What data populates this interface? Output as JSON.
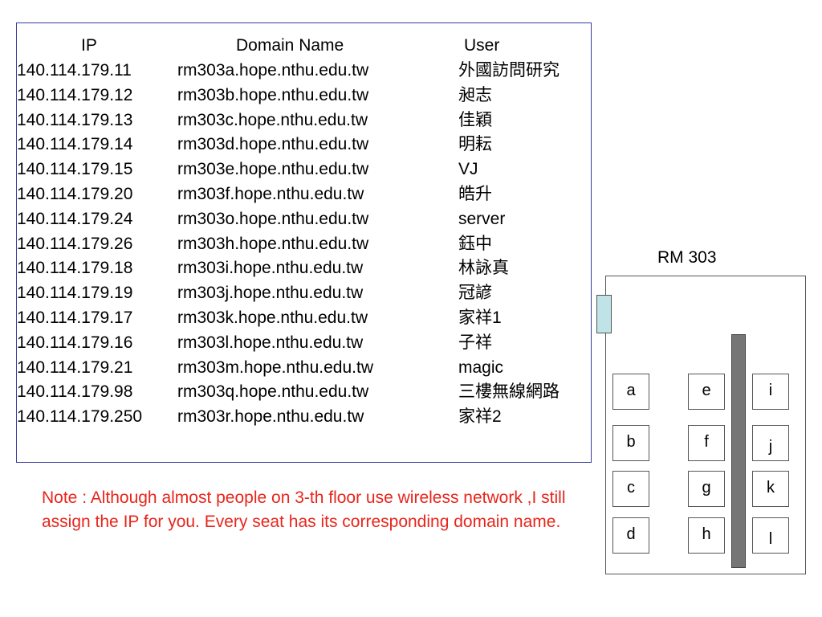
{
  "table": {
    "headers": {
      "ip": "IP",
      "domain": "Domain Name",
      "user": "User"
    },
    "rows": [
      {
        "ip": "140.114.179.11",
        "domain": "rm303a.hope.nthu.edu.tw",
        "user": "外國訪問研究"
      },
      {
        "ip": "140.114.179.12",
        "domain": "rm303b.hope.nthu.edu.tw",
        "user": "昶志"
      },
      {
        "ip": "140.114.179.13",
        "domain": "rm303c.hope.nthu.edu.tw",
        "user": "佳穎"
      },
      {
        "ip": "140.114.179.14",
        "domain": "rm303d.hope.nthu.edu.tw",
        "user": "明耘"
      },
      {
        "ip": "140.114.179.15",
        "domain": "rm303e.hope.nthu.edu.tw",
        "user": "VJ"
      },
      {
        "ip": "140.114.179.20",
        "domain": "rm303f.hope.nthu.edu.tw",
        "user": "皓升"
      },
      {
        "ip": "140.114.179.24",
        "domain": "rm303o.hope.nthu.edu.tw",
        "user": "server"
      },
      {
        "ip": "140.114.179.26",
        "domain": "rm303h.hope.nthu.edu.tw",
        "user": "鈺中"
      },
      {
        "ip": "140.114.179.18",
        "domain": "rm303i.hope.nthu.edu.tw",
        "user": "林詠真"
      },
      {
        "ip": "140.114.179.19",
        "domain": "rm303j.hope.nthu.edu.tw",
        "user": "冠諺"
      },
      {
        "ip": "140.114.179.17",
        "domain": "rm303k.hope.nthu.edu.tw",
        "user": "家祥1"
      },
      {
        "ip": "140.114.179.16",
        "domain": "rm303l.hope.nthu.edu.tw",
        "user": "子祥"
      },
      {
        "ip": "140.114.179.21",
        "domain": "rm303m.hope.nthu.edu.tw",
        "user": "magic"
      },
      {
        "ip": "140.114.179.98",
        "domain": "rm303q.hope.nthu.edu.tw",
        "user": "三樓無線網路"
      },
      {
        "ip": "140.114.179.250",
        "domain": "rm303r.hope.nthu.edu.tw",
        "user": "家祥2"
      }
    ]
  },
  "note": "Note : Although almost people on 3-th floor use wireless network ,I still assign the IP for you. Every seat has its corresponding domain name.",
  "room": {
    "title": "RM 303",
    "seats": {
      "a": "a",
      "b": "b",
      "c": "c",
      "d": "d",
      "e": "e",
      "f": "f",
      "g": "g",
      "h": "h",
      "i": "i",
      "j": "j",
      "k": "k",
      "l": "l"
    }
  },
  "colors": {
    "note": "#e8251b",
    "table_border": "#3b3ba0",
    "door": "#bfe3e7",
    "divider": "#767676"
  }
}
